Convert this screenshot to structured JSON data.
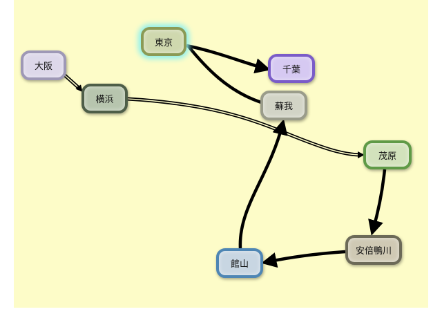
{
  "nodes": {
    "tokyo": "東京",
    "chiba": "千葉",
    "osaka": "大阪",
    "yokohama": "横浜",
    "soga": "蘇我",
    "mobara": "茂原",
    "awa_kamogawa": "安倍鴨川",
    "tateyama": "館山"
  },
  "edges": [
    {
      "from": "tokyo",
      "to": "chiba",
      "style": "solid-arrow"
    },
    {
      "from": "soga",
      "to": "tokyo",
      "style": "solid"
    },
    {
      "from": "osaka",
      "to": "yokohama",
      "style": "double-arrow"
    },
    {
      "from": "yokohama",
      "to": "mobara",
      "style": "double-arrow"
    },
    {
      "from": "mobara",
      "to": "awa_kamogawa",
      "style": "solid-arrow"
    },
    {
      "from": "awa_kamogawa",
      "to": "tateyama",
      "style": "solid-arrow"
    },
    {
      "from": "tateyama",
      "to": "soga",
      "style": "solid-arrow"
    }
  ],
  "colors": {
    "background": "#fdfcc8",
    "edge": "#000000",
    "tokyo_glow": "#8ff0ee"
  }
}
